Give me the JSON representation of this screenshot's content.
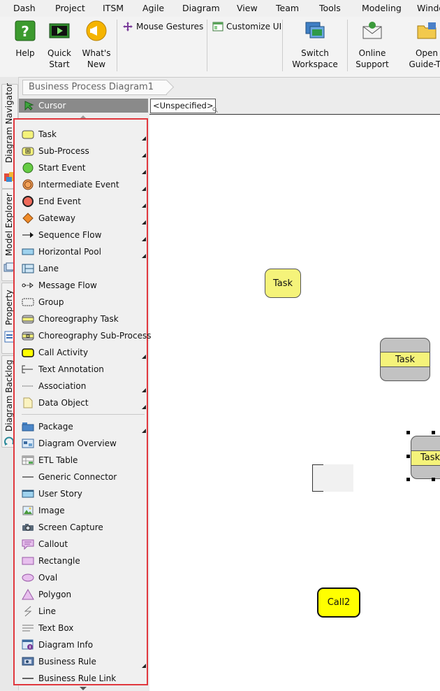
{
  "menu": [
    "Dash",
    "Project",
    "ITSM",
    "Agile",
    "Diagram",
    "View",
    "Team",
    "Tools",
    "Modeling",
    "Windo"
  ],
  "ribbon": {
    "help": "Help",
    "quick_start_1": "Quick",
    "quick_start_2": "Start",
    "whats_new_1": "What's",
    "whats_new_2": "New",
    "mouse_gestures": "Mouse Gestures",
    "customize_ui": "Customize UI",
    "switch_workspace_1": "Switch",
    "switch_workspace_2": "Workspace",
    "online_support_1": "Online",
    "online_support_2": "Support",
    "open_guide_1": "Open",
    "open_guide_2": "Guide-To"
  },
  "side_tabs": [
    "Diagram Navigator",
    "Model Explorer",
    "Property",
    "Diagram Backlog"
  ],
  "breadcrumb": "Business Process Diagram1",
  "cursor_label": "Cursor",
  "unspecified": "<Unspecified>",
  "palette": {
    "bpmn": [
      "Task",
      "Sub-Process",
      "Start Event",
      "Intermediate Event",
      "End Event",
      "Gateway",
      "Sequence Flow",
      "Horizontal Pool",
      "Lane",
      "Message Flow",
      "Group",
      "Choreography Task",
      "Choreography Sub-Process",
      "Call Activity",
      "Text Annotation",
      "Association",
      "Data Object"
    ],
    "common": [
      "Package",
      "Diagram Overview",
      "ETL Table",
      "Generic Connector",
      "User Story",
      "Image",
      "Screen Capture",
      "Callout",
      "Rectangle",
      "Oval",
      "Polygon",
      "Line",
      "Text Box",
      "Diagram Info",
      "Business Rule",
      "Business Rule Link"
    ]
  },
  "canvas": {
    "task1": "Task",
    "task2": "Task",
    "task3": "Task",
    "call2": "Call2"
  }
}
